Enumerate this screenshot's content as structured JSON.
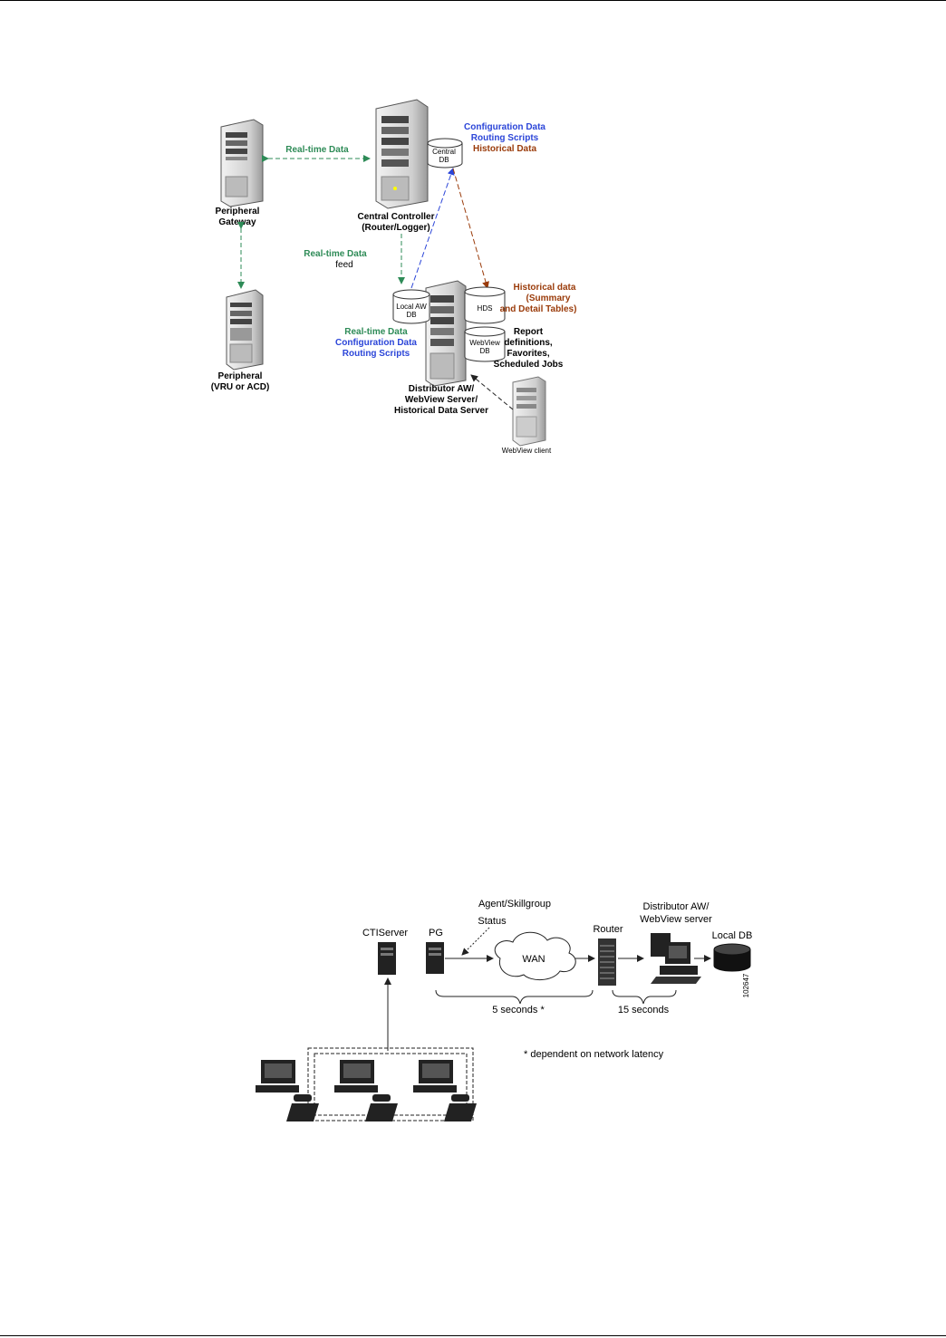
{
  "fig1": {
    "labels": {
      "realtime_data_top": "Real-time Data",
      "peripheral_gateway_l1": "Peripheral",
      "peripheral_gateway_l2": "Gateway",
      "peripheral_l1": "Peripheral",
      "peripheral_l2": "(VRU or ACD)",
      "central_controller_l1": "Central Controller",
      "central_controller_l2": "(Router/Logger)",
      "central_db_l1": "Central",
      "central_db_l2": "DB",
      "config_data": "Configuration Data",
      "routing_scripts": "Routing Scripts",
      "historical_data": "Historical Data",
      "realtime_feed_l1": "Real-time Data",
      "realtime_feed_l2": "feed",
      "local_aw_db_l1": "Local AW",
      "local_aw_db_l2": "DB",
      "hds": "HDS",
      "hist_detail_l1": "Historical data",
      "hist_detail_l2": "(Summary",
      "hist_detail_l3": "and Detail Tables)",
      "webview_db_l1": "WebView",
      "webview_db_l2": "DB",
      "report_l1": "Report",
      "report_l2": "definitions,",
      "report_l3": "Favorites,",
      "report_l4": "Scheduled Jobs",
      "aw_stack_l1": "Real-time Data",
      "aw_stack_l2": "Configuration Data",
      "aw_stack_l3": "Routing Scripts",
      "distributor_l1": "Distributor AW/",
      "distributor_l2": "WebView Server/",
      "distributor_l3": "Historical Data Server",
      "webview_client": "WebView client"
    },
    "colors": {
      "green": "#2e8b57",
      "blue": "#2b45d8",
      "brown": "#9a3b0a",
      "server_fill": "#d9d9d9"
    }
  },
  "fig2": {
    "labels": {
      "ctiserver": "CTIServer",
      "pg": "PG",
      "agent_status_l1": "Agent/Skillgroup",
      "agent_status_l2": "Status",
      "wan": "WAN",
      "router": "Router",
      "distributor_l1": "Distributor AW/",
      "distributor_l2": "WebView server",
      "local_db": "Local DB",
      "five_seconds": "5 seconds *",
      "fifteen_seconds": "15 seconds",
      "figure_id": "102647",
      "footnote": "* dependent on network latency"
    }
  }
}
